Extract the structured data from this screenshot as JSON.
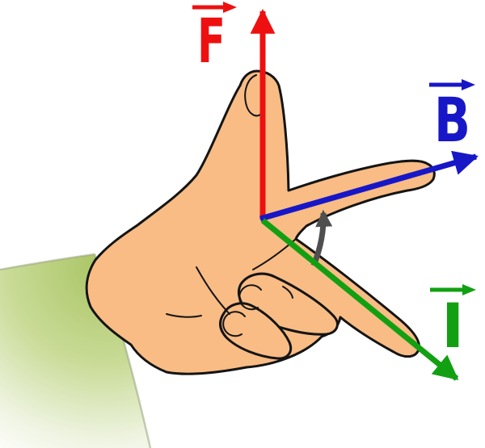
{
  "figure": {
    "background_color": "#ffffff",
    "vectors": [
      {
        "name": "force",
        "label": "F",
        "color": "#ee1010",
        "direction": "up"
      },
      {
        "name": "magnetic-field",
        "label": "B",
        "color": "#1717c8",
        "direction": "up-right"
      },
      {
        "name": "current",
        "label": "I",
        "color": "#12a012",
        "direction": "down-right"
      }
    ],
    "rotation_arrow": {
      "color": "#4f4f4f",
      "description": "curved arrow turning from current vector toward field vector"
    },
    "hand": {
      "skin_color": "#f8bc84",
      "outline_color": "#141414",
      "sleeve_color": "#aac766"
    }
  }
}
